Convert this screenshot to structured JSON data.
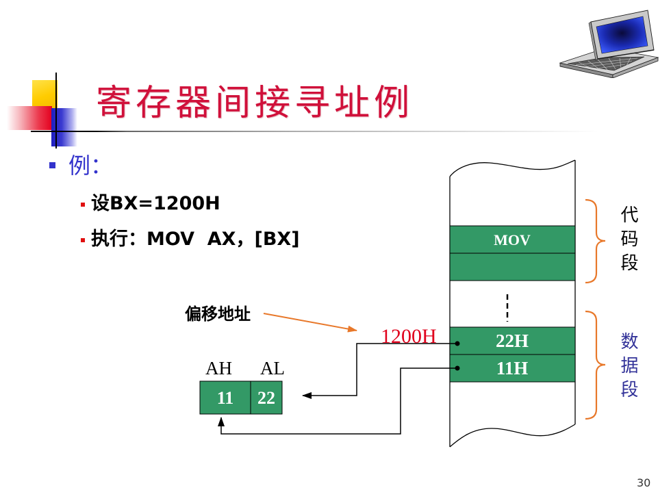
{
  "slide": {
    "title": "寄存器间接寻址例",
    "page_number": "30"
  },
  "content": {
    "heading": "例：",
    "items": [
      "设BX=1200H",
      "执行：MOV  AX，[BX]"
    ]
  },
  "diagram": {
    "offset_label": "偏移地址",
    "offset_address": "1200H",
    "register": {
      "labels": [
        "AH",
        "AL"
      ],
      "values": [
        "11",
        "22"
      ]
    },
    "memory": {
      "code_segment": {
        "label": "代码段",
        "cells": [
          "MOV",
          ""
        ]
      },
      "data_segment": {
        "label": "数据段",
        "cells": [
          "22H",
          "11H"
        ]
      }
    }
  },
  "icons": {
    "top_right": "laptop-icon",
    "heading_bullet": "square-bullet-icon",
    "item_bullet": "square-bullet-icon"
  },
  "colors": {
    "title": "#D0103A",
    "bullet_blue": "#3333CC",
    "bullet_red": "#E01010",
    "cell_green": "#339966",
    "brace_orange": "#E8782A",
    "address_red": "#E0001B",
    "data_label": "#333399"
  }
}
